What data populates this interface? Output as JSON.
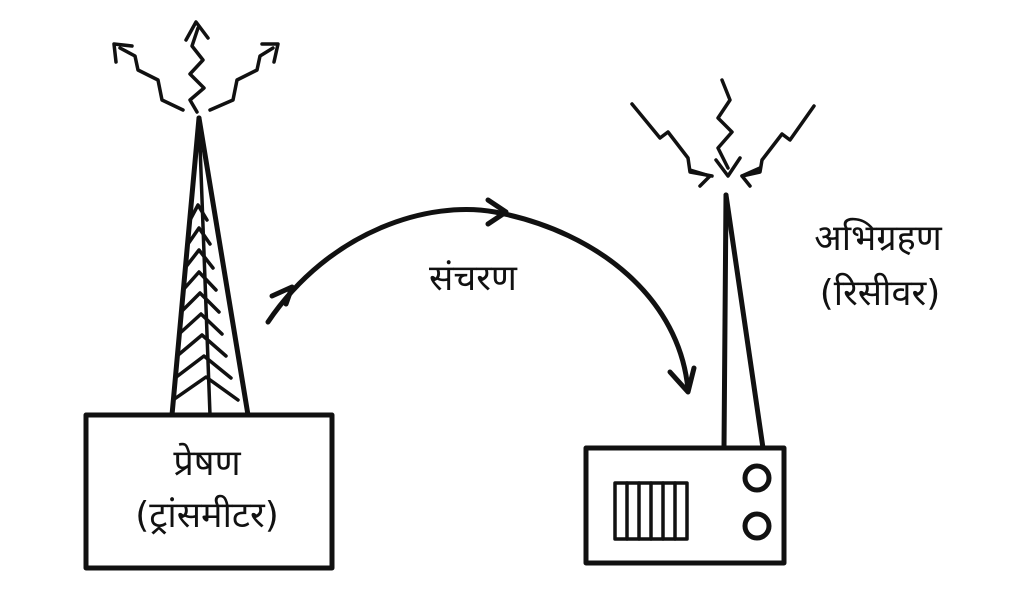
{
  "transmitter": {
    "label_line1": "प्रेषण",
    "label_line2": "(ट्रांसमीटर)"
  },
  "transmission": {
    "label": "संचरण"
  },
  "receiver": {
    "label_line1": "अभिग्रहण",
    "label_line2": "(रिसीवर)"
  }
}
